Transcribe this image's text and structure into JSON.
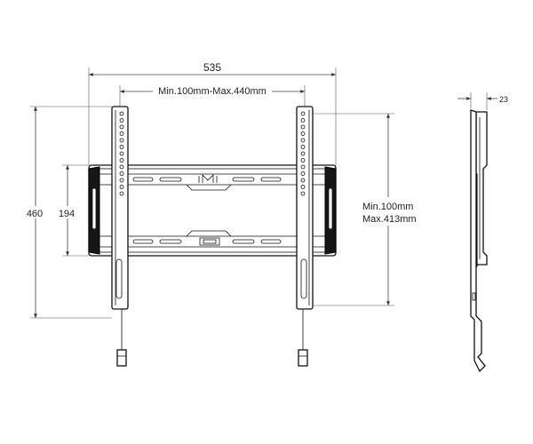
{
  "dimensions": {
    "overall_width": "535",
    "vesa_horizontal": "Min.100mm-Max.440mm",
    "overall_height": "460",
    "bracket_height": "194",
    "vesa_vertical_min": "Min.100mm",
    "vesa_vertical_max": "Max.413mm",
    "wall_depth": "23"
  },
  "colors": {
    "line": "#111111",
    "dimension_line": "#444444",
    "rubber_pad": "#161616",
    "background": "#ffffff"
  }
}
